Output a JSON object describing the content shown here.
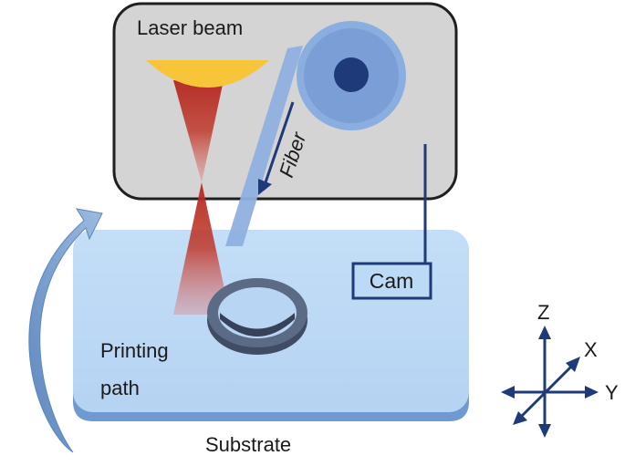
{
  "labels": {
    "laser_beam": "Laser beam",
    "fiber": "Fiber",
    "cam": "Cam",
    "printing_path_line1": "Printing",
    "printing_path_line2": "path",
    "substrate": "Substrate",
    "axis_z": "Z",
    "axis_x": "X",
    "axis_y": "Y"
  },
  "colors": {
    "head_fill": "#d4d4d4",
    "head_stroke": "#1f1f1f",
    "spool_outer": "#7a9fd6",
    "spool_hub": "#1e3a78",
    "fiber": "#8fb0df",
    "lens": "#f7c53a",
    "beam": "#c0392b",
    "substrate_top": "#bcd9f5",
    "substrate_edge": "#6f9ad0",
    "ring": "#4a5870",
    "cam_box": "#1e3a78",
    "arrow": "#7aa0cc",
    "axis": "#1e3a78",
    "text": "#1a1a1a"
  },
  "icons": {
    "rotation_arrow": "curved-arrow",
    "spool": "fiber-spool",
    "lens": "focusing-lens",
    "printed_ring": "printed-ring"
  }
}
